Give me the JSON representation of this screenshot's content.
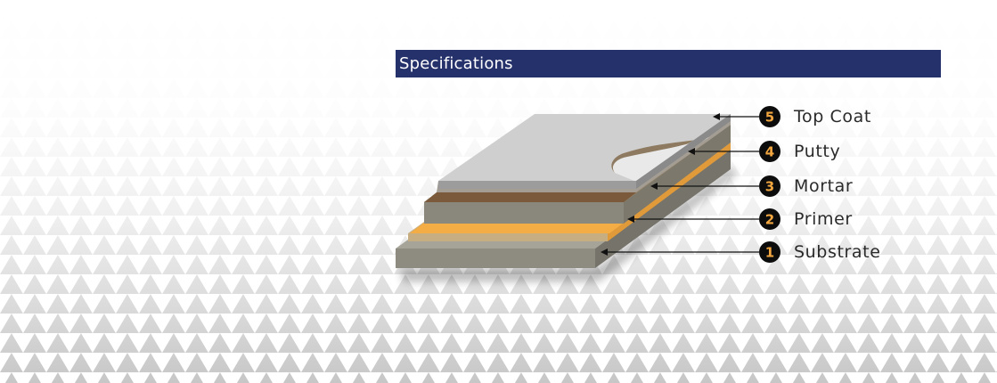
{
  "header": {
    "title": "Specifications"
  },
  "layers": [
    {
      "number": "5",
      "label": "Top Coat"
    },
    {
      "number": "4",
      "label": "Putty"
    },
    {
      "number": "3",
      "label": "Mortar"
    },
    {
      "number": "2",
      "label": "Primer"
    },
    {
      "number": "1",
      "label": "Substrate"
    }
  ],
  "colors": {
    "header_bg": "#25316b",
    "badge_bg": "#0c0c0c",
    "badge_number": "#f2a640",
    "primer": "#f4ad45",
    "mortar": "#7a5a3a",
    "substrate": "#8a877d",
    "top_coat": "#cfcfcf"
  }
}
